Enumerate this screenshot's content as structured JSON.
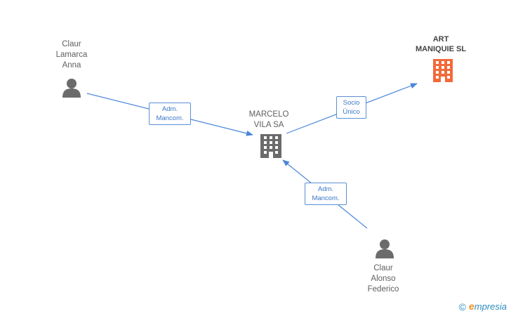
{
  "nodes": {
    "claur_lamarca": {
      "label": "Claur\nLamarca\nAnna",
      "type": "person"
    },
    "marcelo_vila": {
      "label": "MARCELO\nVILA SA",
      "type": "company"
    },
    "art_maniquie": {
      "label": "ART\nMANIQUIE SL",
      "type": "company-highlight"
    },
    "claur_alonso": {
      "label": "Claur\nAlonso\nFederico",
      "type": "person"
    }
  },
  "edges": {
    "e1": {
      "line1": "Adm.",
      "line2": "Mancom."
    },
    "e2": {
      "line1": "Socio",
      "line2": "Único"
    },
    "e3": {
      "line1": "Adm.",
      "line2": "Mancom."
    }
  },
  "footer": {
    "copyright": "©",
    "brand_initial": "e",
    "brand_rest": "mpresia"
  },
  "colors": {
    "edge": "#4a86d8",
    "person_icon": "#6b6b6b",
    "company_icon": "#6b6b6b",
    "highlight_icon": "#f26a3a"
  }
}
